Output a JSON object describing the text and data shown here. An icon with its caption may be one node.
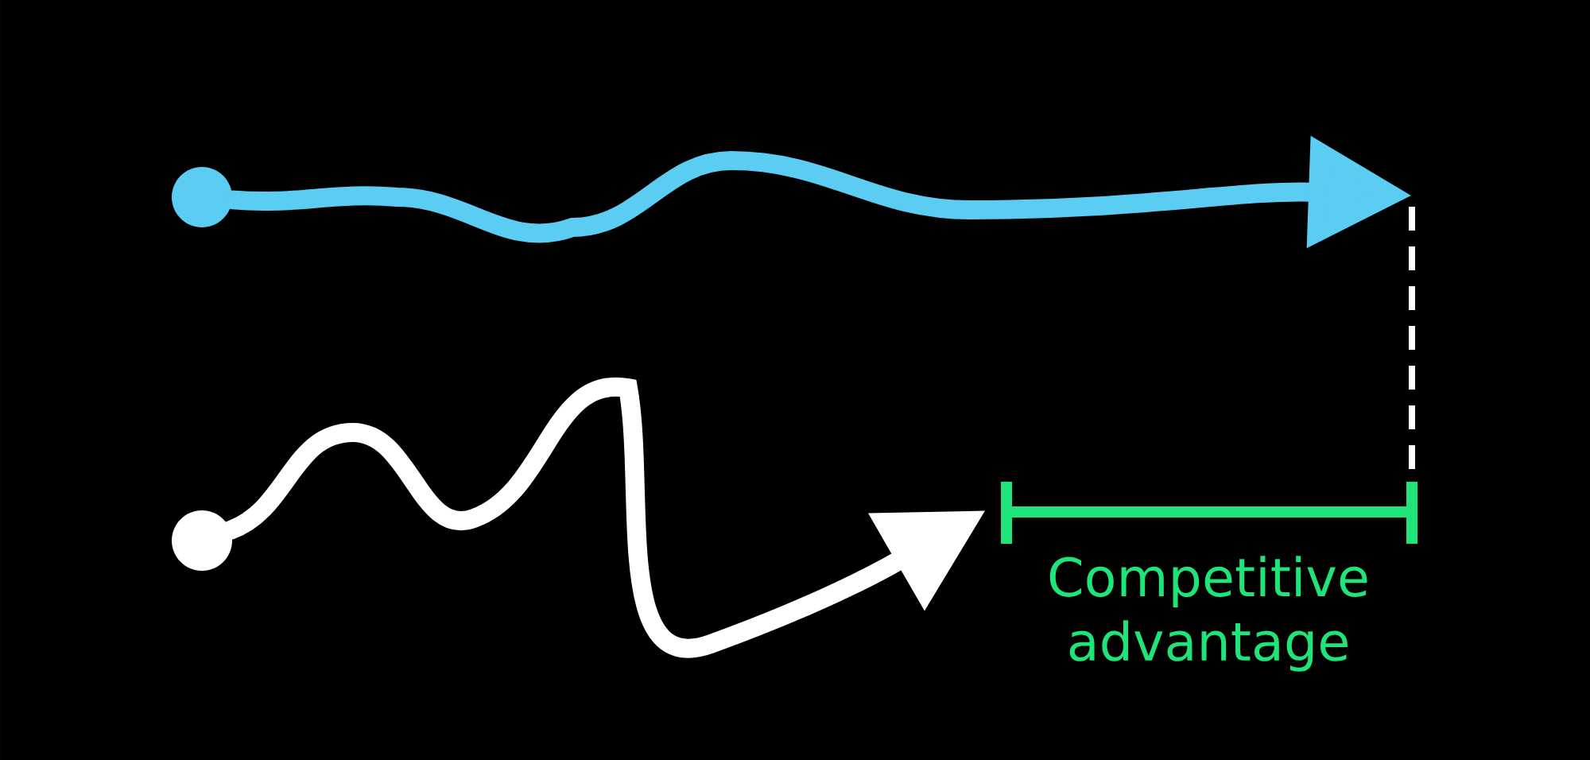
{
  "diagram": {
    "nodes": [
      {
        "text": [],
        "shape": "circle"
      },
      {
        "text": [],
        "shape": "circle"
      }
    ],
    "edges": [
      {
        "from": 0,
        "to": null,
        "arrow": "to",
        "color": "#5bcdf2"
      },
      {
        "from": 1,
        "to": null,
        "arrow": "to",
        "color": "#ffffff"
      }
    ],
    "labels": [
      "Competitive advantage"
    ]
  }
}
